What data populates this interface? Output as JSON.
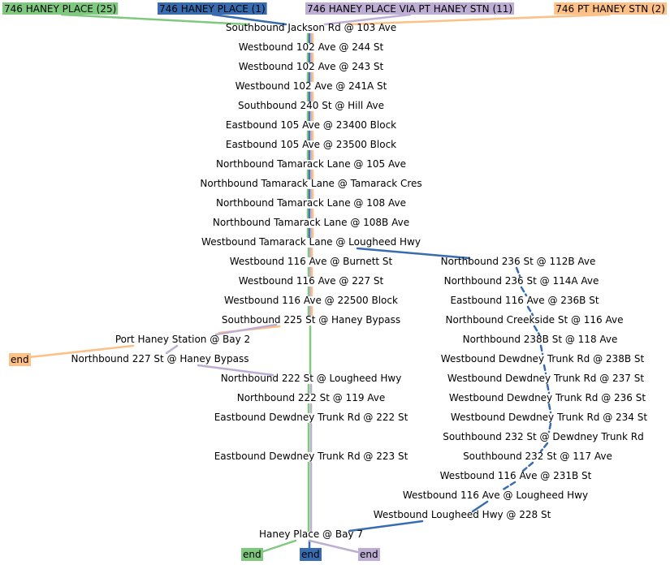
{
  "colors": {
    "green": "#7fc97f",
    "blue": "#386cb0",
    "purple": "#beaed4",
    "orange": "#fdc086"
  },
  "routes": [
    {
      "id": "green",
      "label": "746 HANEY PLACE (25)"
    },
    {
      "id": "blue",
      "label": "746 HANEY PLACE (1)"
    },
    {
      "id": "purple",
      "label": "746 HANEY PLACE VIA PT HANEY STN (11)"
    },
    {
      "id": "orange",
      "label": "746 PT HANEY STN (2)"
    }
  ],
  "stops": {
    "jackson_103": "Southbound Jackson Rd @ 103 Ave",
    "wb102_244": "Westbound 102 Ave @ 244 St",
    "wb102_243": "Westbound 102 Ave @ 243 St",
    "wb102_241a": "Westbound 102 Ave @ 241A St",
    "sb240_hill": "Southbound 240 St @ Hill Ave",
    "eb105_23400": "Eastbound 105 Ave @ 23400 Block",
    "eb105_23500": "Eastbound 105 Ave @ 23500 Block",
    "nb_tam_105": "Northbound Tamarack Lane @ 105 Ave",
    "nb_tam_cres": "Northbound Tamarack Lane @ Tamarack Cres",
    "nb_tam_108": "Northbound Tamarack Lane @ 108 Ave",
    "nb_tam_108b": "Northbound Tamarack Lane @ 108B Ave",
    "wb_tam_lougheed": "Westbound Tamarack Lane @ Lougheed Hwy",
    "wb116_burnett": "Westbound 116 Ave @ Burnett St",
    "wb116_227": "Westbound 116 Ave @ 227 St",
    "wb116_22500": "Westbound 116 Ave @ 22500 Block",
    "sb225_bypass": "Southbound 225 St @ Haney Bypass",
    "pt_haney_bay2": "Port Haney Station @ Bay 2",
    "nb227_bypass": "Northbound 227 St @ Haney Bypass",
    "nb222_lougheed": "Northbound 222 St @ Lougheed Hwy",
    "nb222_119": "Northbound 222 St @ 119 Ave",
    "eb_dewdney_222": "Eastbound Dewdney Trunk Rd @ 222 St",
    "eb_dewdney_223": "Eastbound Dewdney Trunk Rd @ 223 St",
    "haney_bay7": "Haney Place @ Bay 7",
    "nb236_112b": "Northbound 236 St @ 112B Ave",
    "nb236_114a": "Northbound 236 St @ 114A Ave",
    "eb116_236b": "Eastbound 116 Ave @ 236B St",
    "nb_creekside_116": "Northbound Creekside St @ 116 Ave",
    "nb238b_118": "Northbound 238B St @ 118 Ave",
    "wb_dewdney_238b": "Westbound Dewdney Trunk Rd @ 238B St",
    "wb_dewdney_237": "Westbound Dewdney Trunk Rd @ 237 St",
    "wb_dewdney_236": "Westbound Dewdney Trunk Rd @ 236 St",
    "wb_dewdney_234": "Westbound Dewdney Trunk Rd @ 234 St",
    "sb232_dewdney": "Southbound 232 St @ Dewdney Trunk Rd",
    "sb232_117": "Southbound 232 St @ 117 Ave",
    "wb116_231b": "Westbound 116 Ave @ 231B St",
    "wb116_lougheed": "Westbound 116 Ave @ Lougheed Hwy",
    "wb_lougheed_228": "Westbound Lougheed Hwy @ 228 St"
  },
  "end_label": "end"
}
